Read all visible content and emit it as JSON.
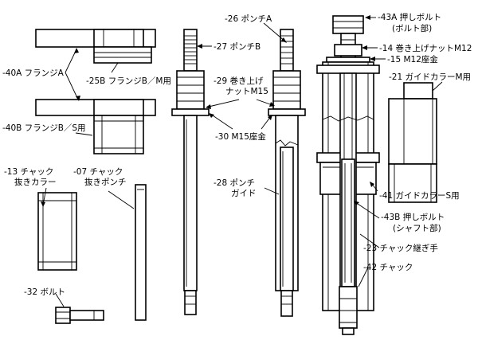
{
  "labels": {
    "p40a": "-40A フランジA",
    "p25b": "-25B フランジB／M用",
    "p40b": "-40B フランジB／S用",
    "p13_1": "-13 チャック",
    "p13_2": "抜きカラー",
    "p07_1": "-07 チャック",
    "p07_2": "抜きポンチ",
    "p32": "-32 ボルト",
    "p27": "-27 ポンチB",
    "p26": "-26 ポンチA",
    "p29_1": "-29 巻き上げ",
    "p29_2": "ナットM15",
    "p30": "-30 M15座金",
    "p28_1": "-28 ポンチ",
    "p28_2": "ガイド",
    "p43a_1": "-43A 押しボルト",
    "p43a_2": "(ボルト部)",
    "p14": "-14 巻き上げナットM12",
    "p15": "-15 M12座金",
    "p21": "-21 ガイドカラーM用",
    "p41": "-41 ガイドカラーS用",
    "p43b_1": "-43B 押しボルト",
    "p43b_2": "(シャフト部)",
    "p23": "-23 チャック継ぎ手",
    "p42": "-42 チャック"
  },
  "colors": {
    "line": "#000000",
    "background": "#ffffff"
  }
}
